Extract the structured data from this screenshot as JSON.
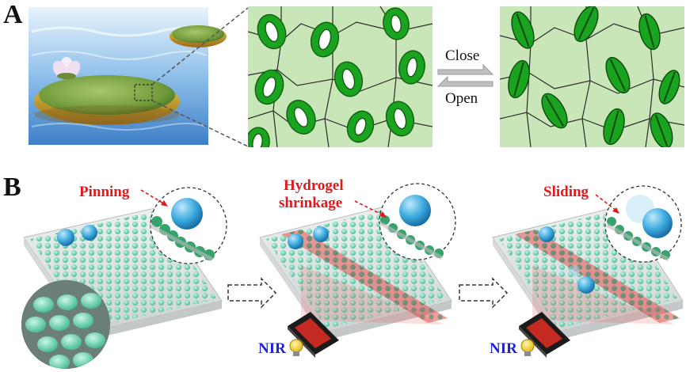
{
  "panel_a": {
    "letter": "A",
    "arrow_top_label": "Close",
    "arrow_bottom_label": "Open"
  },
  "panel_b": {
    "letter": "B",
    "step1_label": "Pinning",
    "step2_label_line1": "Hydrogel",
    "step2_label_line2": "shrinkage",
    "step3_label": "Sliding",
    "light_label_1": "NIR",
    "light_label_2": "NIR"
  },
  "colors": {
    "leaf_bg": "#c9e6b8",
    "cell_green": "#1aa31f",
    "label_red": "#e0191d",
    "label_blue": "#1a22d6",
    "laser_red": "#e8504a",
    "droplet": "#3aa9dd",
    "pillar": "#5ed9b0"
  }
}
